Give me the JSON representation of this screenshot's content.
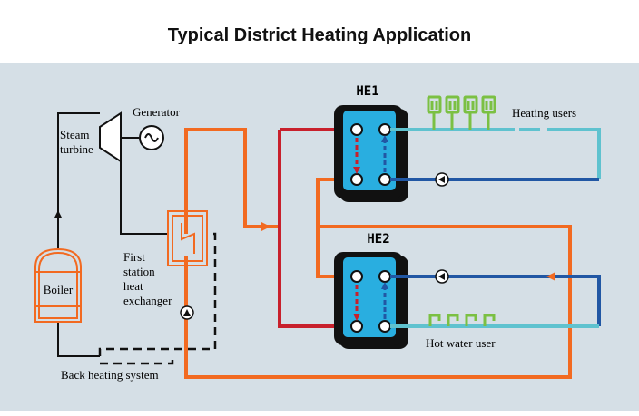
{
  "title": "Typical District Heating Application",
  "labels": {
    "generator": "Generator",
    "steam_turbine_line1": "Steam",
    "steam_turbine_line2": "turbine",
    "boiler": "Boiler",
    "first_station_line1": "First",
    "first_station_line2": "station",
    "first_station_line3": "heat",
    "first_station_line4": "exchanger",
    "back_heating": "Back heating system",
    "he1": "HE1",
    "he2": "HE2",
    "heating_users": "Heating users",
    "hot_water_user": "Hot water user"
  },
  "colors": {
    "background": "#d5dfe6",
    "orange_pipe": "#f26a21",
    "red_pipe": "#c8202c",
    "light_blue_pipe": "#5fc2cf",
    "dark_blue_pipe": "#2157a4",
    "exchanger_fill": "#29aee0",
    "user_green": "#7bc043"
  }
}
